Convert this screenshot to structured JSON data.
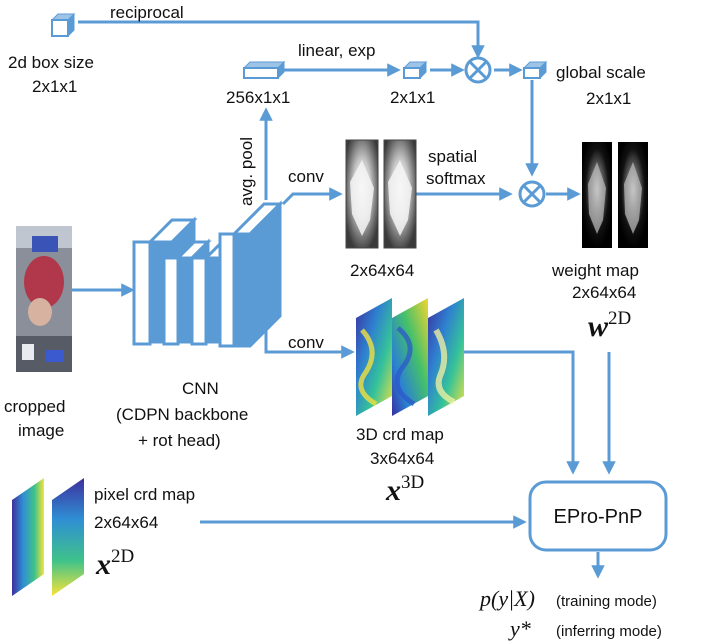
{
  "labels": {
    "reciprocal": "reciprocal",
    "box_size_line1": "2d box size",
    "box_size_line2": "2x1x1",
    "linear_exp": "linear, exp",
    "pool_dims": "256x1x1",
    "scale_dims": "2x1x1",
    "global_scale_line1": "global scale",
    "global_scale_line2": "2x1x1",
    "avg_pool": "avg. pool",
    "conv_top": "conv",
    "spatial_line1": "spatial",
    "spatial_line2": "softmax",
    "softmax_dims": "2x64x64",
    "weight_map_line1": "weight map",
    "weight_map_line2": "2x64x64",
    "w2d_symbol": "w",
    "w2d_sup": "2D",
    "cropped_line1": "cropped",
    "cropped_line2": "image",
    "cnn_line1": "CNN",
    "cnn_line2": "(CDPN backbone",
    "cnn_line3": "+ rot head)",
    "conv_bottom": "conv",
    "crd3d_line1": "3D crd map",
    "crd3d_line2": "3x64x64",
    "x3d_symbol": "x",
    "x3d_sup": "3D",
    "pixel_crd_line1": "pixel crd map",
    "pixel_crd_line2": "2x64x64",
    "x2d_symbol": "x",
    "x2d_sup": "2D",
    "epro_pnp": "EPro-PnP",
    "output_train_expr": "p(y|X)",
    "output_train_mode": "(training mode)",
    "output_infer_expr": "y*",
    "output_infer_mode": "(inferring mode)"
  },
  "colors": {
    "arrow": "#5b9bd5",
    "block_edge": "#5b9bd5",
    "block_fill": "#ffffff",
    "node_border": "#5b9bd5",
    "text": "#111111"
  },
  "icons": {
    "multiply": "circled-times-icon"
  }
}
